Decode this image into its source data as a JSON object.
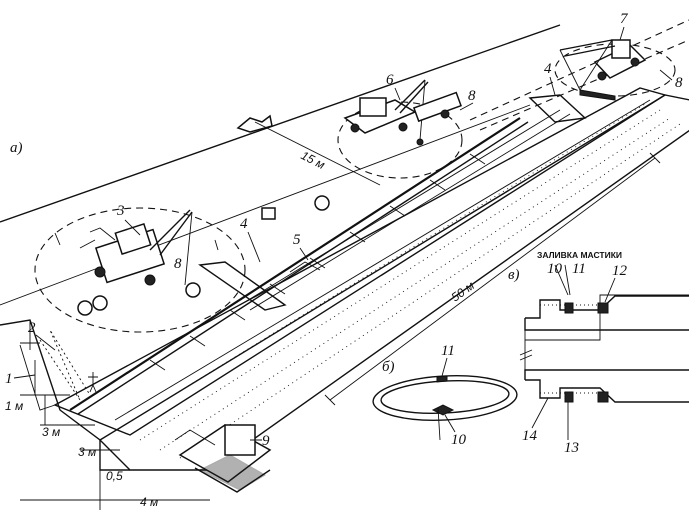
{
  "section_labels": {
    "a": "а)",
    "b": "б)",
    "v": "в)"
  },
  "dimensions": {
    "d15": "15 м",
    "d50": "50 м",
    "d1": "1 м",
    "d3a": "3 м",
    "d3b": "3 м",
    "d05": "0,5",
    "d4": "4 м"
  },
  "caption_mastic": "ЗАЛИВКА МАСТИКИ",
  "numbers": {
    "n1": "1",
    "n2": "2",
    "n3": "3",
    "n4a": "4",
    "n4b": "4",
    "n5": "5",
    "n6": "6",
    "n7": "7",
    "n8a": "8",
    "n8b": "8",
    "n8c": "8",
    "n9": "9",
    "n10b": "10",
    "n11b": "11",
    "n10v": "10",
    "n11v": "11",
    "n12": "12",
    "n13": "13",
    "n14": "14"
  }
}
